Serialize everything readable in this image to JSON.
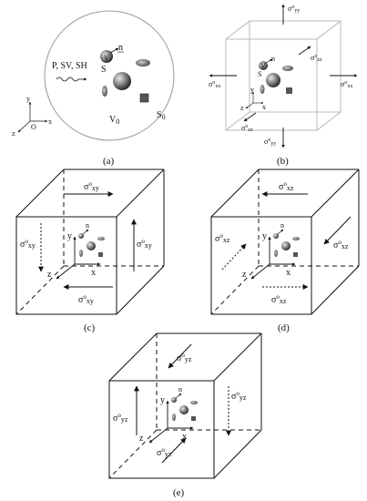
{
  "panels": {
    "a": {
      "caption": "(a)",
      "wave_label": "P, SV, SH",
      "normal_label": "n",
      "inclusion_label": "V",
      "surface_label": "S",
      "domain_label": "V",
      "domain_sub": "0",
      "boundary_label": "S",
      "boundary_sub": "0",
      "axis_x": "x",
      "axis_y": "y",
      "axis_z": "z",
      "origin": "O"
    },
    "b": {
      "caption": "(b)",
      "sigma": "σ",
      "sup": "o",
      "yy": "yy",
      "xx": "xx",
      "zz": "zz",
      "normal_label": "n",
      "inclusion_label": "V",
      "surface_label": "S",
      "axis_x": "x",
      "axis_y": "y",
      "axis_z": "z"
    },
    "c": {
      "caption": "(c)",
      "sigma": "σ",
      "sup": "o",
      "sub": "xy",
      "axis_x": "x",
      "axis_y": "y",
      "axis_z": "z",
      "normal_label": "n"
    },
    "d": {
      "caption": "(d)",
      "sigma": "σ",
      "sup": "o",
      "sub": "xz",
      "axis_x": "x",
      "axis_y": "y",
      "axis_z": "z",
      "normal_label": "n"
    },
    "e": {
      "caption": "(e)",
      "sigma": "σ",
      "sup": "o",
      "sub": "yz",
      "axis_x": "x",
      "axis_y": "y",
      "axis_z": "z",
      "normal_label": "n"
    }
  }
}
